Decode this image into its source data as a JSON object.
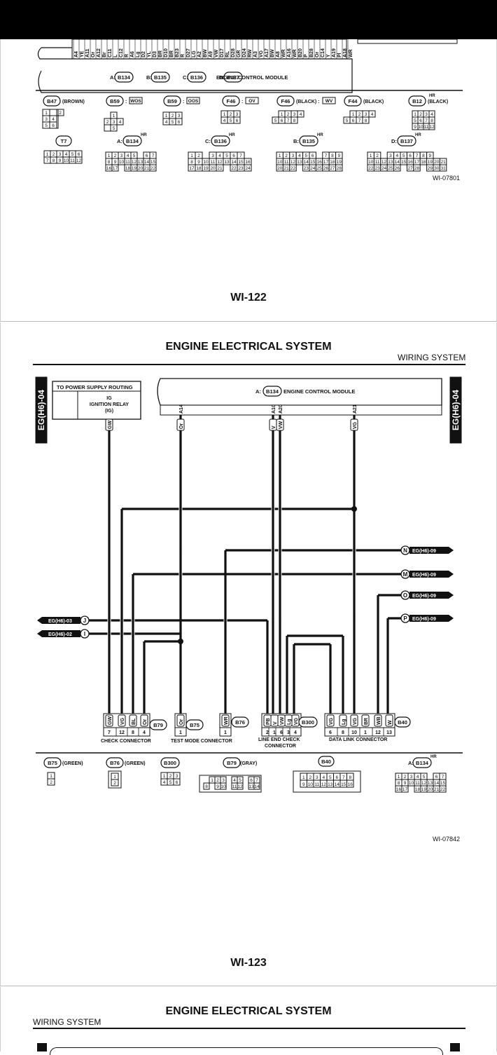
{
  "page1": {
    "pins": [
      "A4",
      "YE",
      "A11",
      "Or",
      "A12",
      "Br",
      "C11",
      "L",
      "C12",
      "R",
      "A6",
      "Lg",
      "D2",
      "YL",
      "D3",
      "BR",
      "D10",
      "BR",
      "B23",
      "R",
      "D27",
      "LG",
      "A2",
      "BW",
      "A9",
      "VW",
      "D17",
      "RL",
      "D28",
      "GR",
      "D24",
      "RW",
      "A3",
      "VG",
      "A17",
      "BW",
      "A8",
      "WR",
      "A16",
      "WR",
      "B20",
      "P",
      "B28",
      "Or",
      "C14",
      "Y",
      "A19",
      "Pl",
      "A18",
      "WR"
    ],
    "ecm_title": "ENGINE CONTROL MODULE",
    "ecm_refs": [
      {
        "p": "A:",
        "c": "B134"
      },
      {
        "p": "B:",
        "c": "B135"
      },
      {
        "p": "C:",
        "c": "B136"
      },
      {
        "p": "D:",
        "c": "B137"
      }
    ],
    "connectors_row1": [
      {
        "code": "B47",
        "note": "(BROWN)"
      },
      {
        "code": "B59",
        "box": "WOS"
      },
      {
        "code": "B59",
        "box": "OOS"
      },
      {
        "code": "F46",
        "box": "OV"
      },
      {
        "code": "F46",
        "note": "(BLACK) :",
        "box": "WV"
      },
      {
        "code": "F44",
        "note": "(BLACK)"
      },
      {
        "code": "B12",
        "note": "(BLACK)",
        "hr": "HR"
      }
    ],
    "connectors_row2": [
      {
        "code": "T7"
      },
      {
        "prefix": "A:",
        "code": "B134",
        "hr": "HR"
      },
      {
        "prefix": "C:",
        "code": "B136",
        "hr": "HR"
      },
      {
        "prefix": "B:",
        "code": "B135",
        "hr": "HR"
      },
      {
        "prefix": "D:",
        "code": "B137",
        "hr": "HR"
      }
    ],
    "figure_id": "WI-07801",
    "page_number": "WI-122"
  },
  "page2": {
    "title": "ENGINE ELECTRICAL SYSTEM",
    "subtitle": "WIRING SYSTEM",
    "side_tab": "EG(H6)-04",
    "power_box": {
      "title": "TO POWER SUPPLY ROUTING",
      "line1": "IG",
      "line2": "IGNITION RELAY",
      "line3": "(IG)"
    },
    "ecm": {
      "prefix": "A:",
      "code": "B134",
      "title": "ENGINE CONTROL MODULE"
    },
    "ecm_pins": [
      {
        "pin": "A14",
        "wire": "Or"
      },
      {
        "pin": "A10",
        "wire": "V"
      },
      {
        "pin": "A20",
        "wire": "VW"
      },
      {
        "pin": "A21",
        "wire": "VG"
      }
    ],
    "power_wire": "GW",
    "offpage_right": [
      {
        "letter": "N",
        "ref": "EG(H6)-09"
      },
      {
        "letter": "M",
        "ref": "EG(H6)-09"
      },
      {
        "letter": "O",
        "ref": "EG(H6)-09"
      },
      {
        "letter": "P",
        "ref": "EG(H6)-09"
      }
    ],
    "offpage_left": [
      {
        "letter": "J",
        "ref": "EG(H6)-03"
      },
      {
        "letter": "I",
        "ref": "EG(H6)-02"
      }
    ],
    "check_connector": {
      "code": "B79",
      "label": "CHECK CONNECTOR",
      "wires": [
        "GW",
        "VG",
        "BL",
        "Or"
      ],
      "pins": [
        "7",
        "12",
        "8",
        "4"
      ]
    },
    "test_connector": {
      "code": "B75",
      "label": "TEST MODE CONNECTOR",
      "wires": [
        "Or"
      ],
      "pins": [
        "1"
      ]
    },
    "b76": {
      "code": "B76",
      "wires": [
        "WR"
      ],
      "pins": [
        "1"
      ]
    },
    "line_end": {
      "code": "B300",
      "label1": "LINE END CHECK",
      "label2": "CONNECTOR",
      "wires": [
        "PB",
        "V",
        "VW",
        "Lg",
        "VG"
      ],
      "pins": [
        "2",
        "1",
        "6",
        "3",
        "4"
      ]
    },
    "data_link": {
      "code": "B40",
      "label": "DATA LINK CONNECTOR",
      "wires": [
        "VG",
        "Lg",
        "VG",
        "BR",
        "WB",
        "W"
      ],
      "pins": [
        "6",
        "8",
        "10",
        "1",
        "12",
        "13"
      ]
    },
    "bottom_connectors": [
      {
        "code": "B75",
        "note": "(GREEN)"
      },
      {
        "code": "B76",
        "note": "(GREEN)"
      },
      {
        "code": "B300"
      },
      {
        "code": "B79",
        "note": "(GRAY)"
      },
      {
        "code": "B40"
      },
      {
        "prefix": "A:",
        "code": "B134",
        "hr": "HR"
      }
    ],
    "figure_id": "WI-07842",
    "page_number": "WI-123"
  },
  "page3": {
    "title": "ENGINE ELECTRICAL SYSTEM",
    "subtitle": "WIRING SYSTEM"
  }
}
